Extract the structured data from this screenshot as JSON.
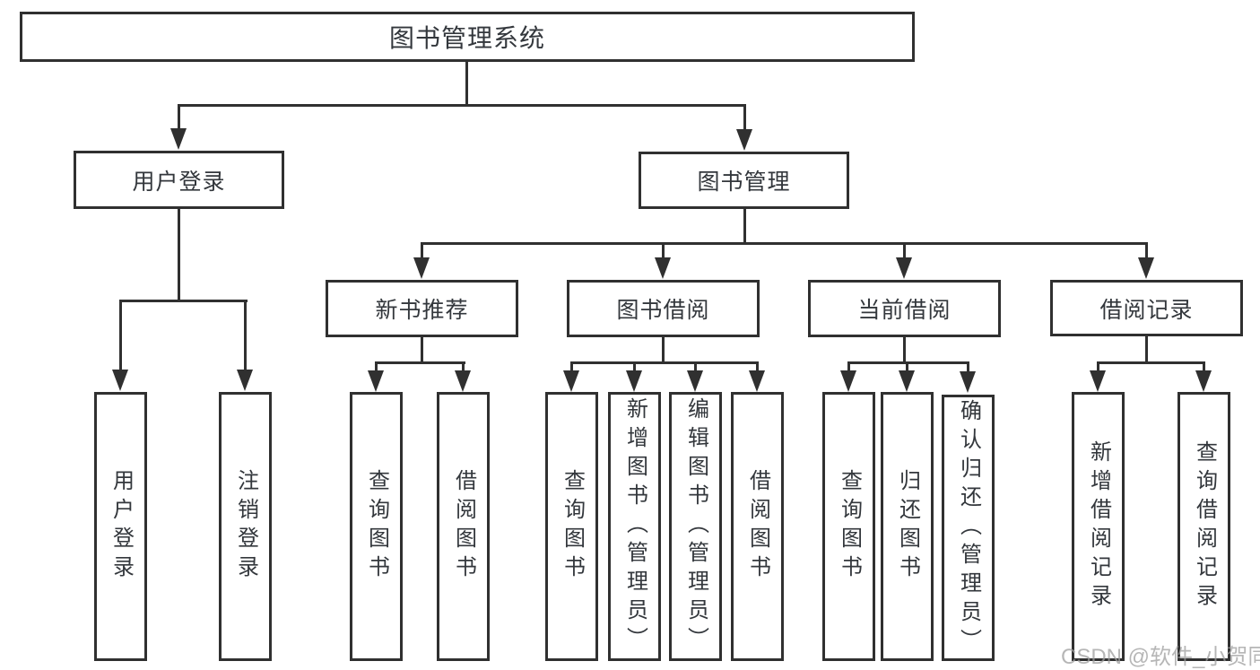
{
  "tree": {
    "root": "图书管理系统",
    "branches": [
      {
        "label": "用户登录",
        "leaves": [
          "用户登录",
          "注销登录"
        ]
      },
      {
        "label": "图书管理",
        "groups": [
          {
            "label": "新书推荐",
            "leaves": [
              "查询图书",
              "借阅图书"
            ]
          },
          {
            "label": "图书借阅",
            "leaves": [
              "查询图书",
              "新增图书（管理员）",
              "编辑图书（管理员）",
              "借阅图书"
            ]
          },
          {
            "label": "当前借阅",
            "leaves": [
              "查询图书",
              "归还图书",
              "确认归还（管理员）"
            ]
          },
          {
            "label": "借阅记录",
            "leaves": [
              "新增借阅记录",
              "查询借阅记录"
            ]
          }
        ]
      }
    ]
  },
  "watermark": "CSDN @软件_小贺同学",
  "colors": {
    "line": "#303030",
    "text": "#33373c",
    "watermark": "#9e9e9e",
    "background": "#ffffff"
  }
}
